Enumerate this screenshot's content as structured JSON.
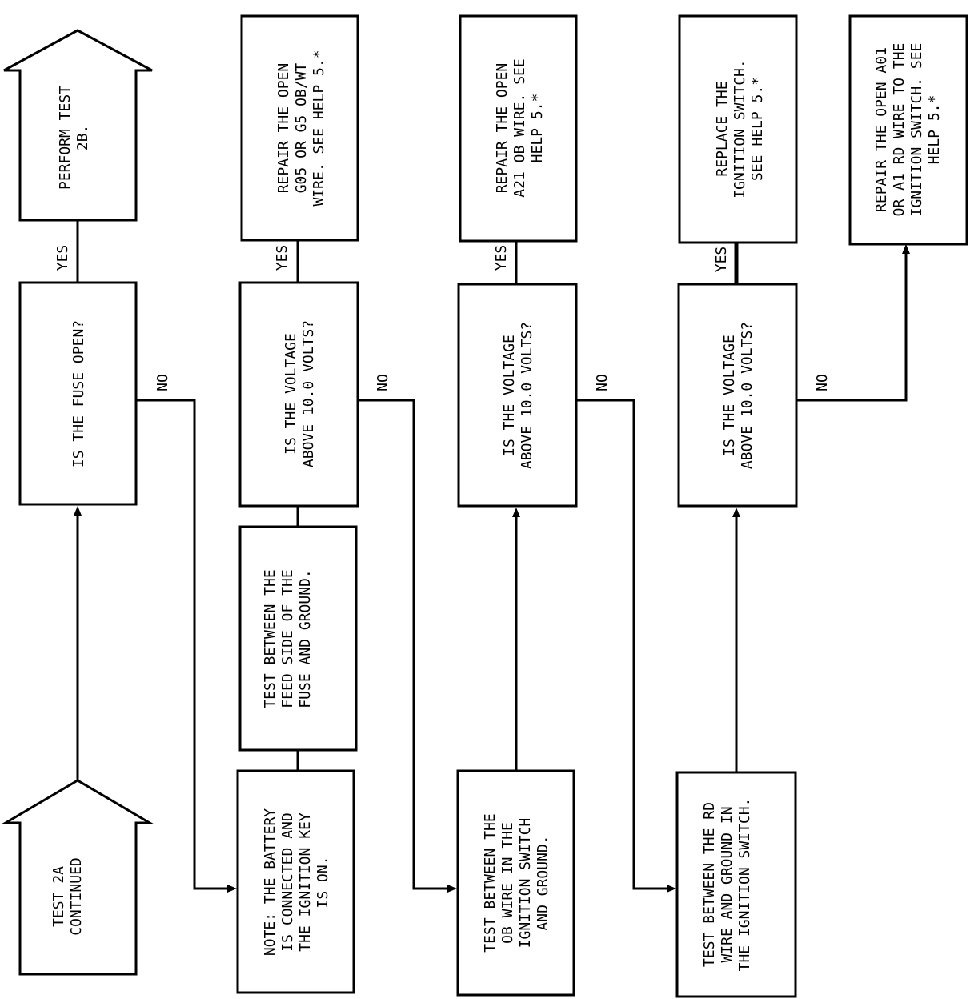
{
  "start_arrow": [
    "TEST 2A",
    "CONTINUED"
  ],
  "end_arrow": [
    "PERFORM TEST",
    "2B."
  ],
  "nodes": {
    "fuse_question": [
      "IS THE FUSE OPEN?"
    ],
    "note": [
      "NOTE: THE BATTERY",
      "IS CONNECTED AND",
      "THE IGNITION KEY",
      "IS ON."
    ],
    "test_fuse": [
      "TEST BETWEEN THE",
      "FEED SIDE OF THE",
      "FUSE AND GROUND."
    ],
    "voltage_q1": [
      "IS THE VOLTAGE",
      "ABOVE 10.0 VOLTS?"
    ],
    "repair_g05": [
      "REPAIR THE OPEN",
      "G05 OR G5 OB/WT",
      "WIRE. SEE HELP 5.*"
    ],
    "test_ob": [
      "TEST BETWEEN THE",
      "OB WIRE IN THE",
      "IGNITION SWITCH",
      "AND GROUND."
    ],
    "voltage_q2": [
      "IS THE VOLTAGE",
      "ABOVE 10.0 VOLTS?"
    ],
    "repair_a21": [
      "REPAIR THE OPEN",
      "A21 OB WIRE. SEE",
      "HELP 5.*"
    ],
    "test_rd": [
      "TEST BETWEEN THE RD",
      "WIRE AND GROUND IN",
      "THE IGNITION SWITCH."
    ],
    "voltage_q3": [
      "IS THE VOLTAGE",
      "ABOVE 10.0 VOLTS?"
    ],
    "replace_switch": [
      "REPLACE THE",
      "IGNITION SWITCH.",
      "SEE HELP 5.*"
    ],
    "repair_a01": [
      "REPAIR THE OPEN A01",
      "OR A1 RD WIRE TO THE",
      "IGNITION SWITCH. SEE",
      "HELP 5.*"
    ]
  },
  "labels": {
    "yes": "YES",
    "no": "NO"
  }
}
